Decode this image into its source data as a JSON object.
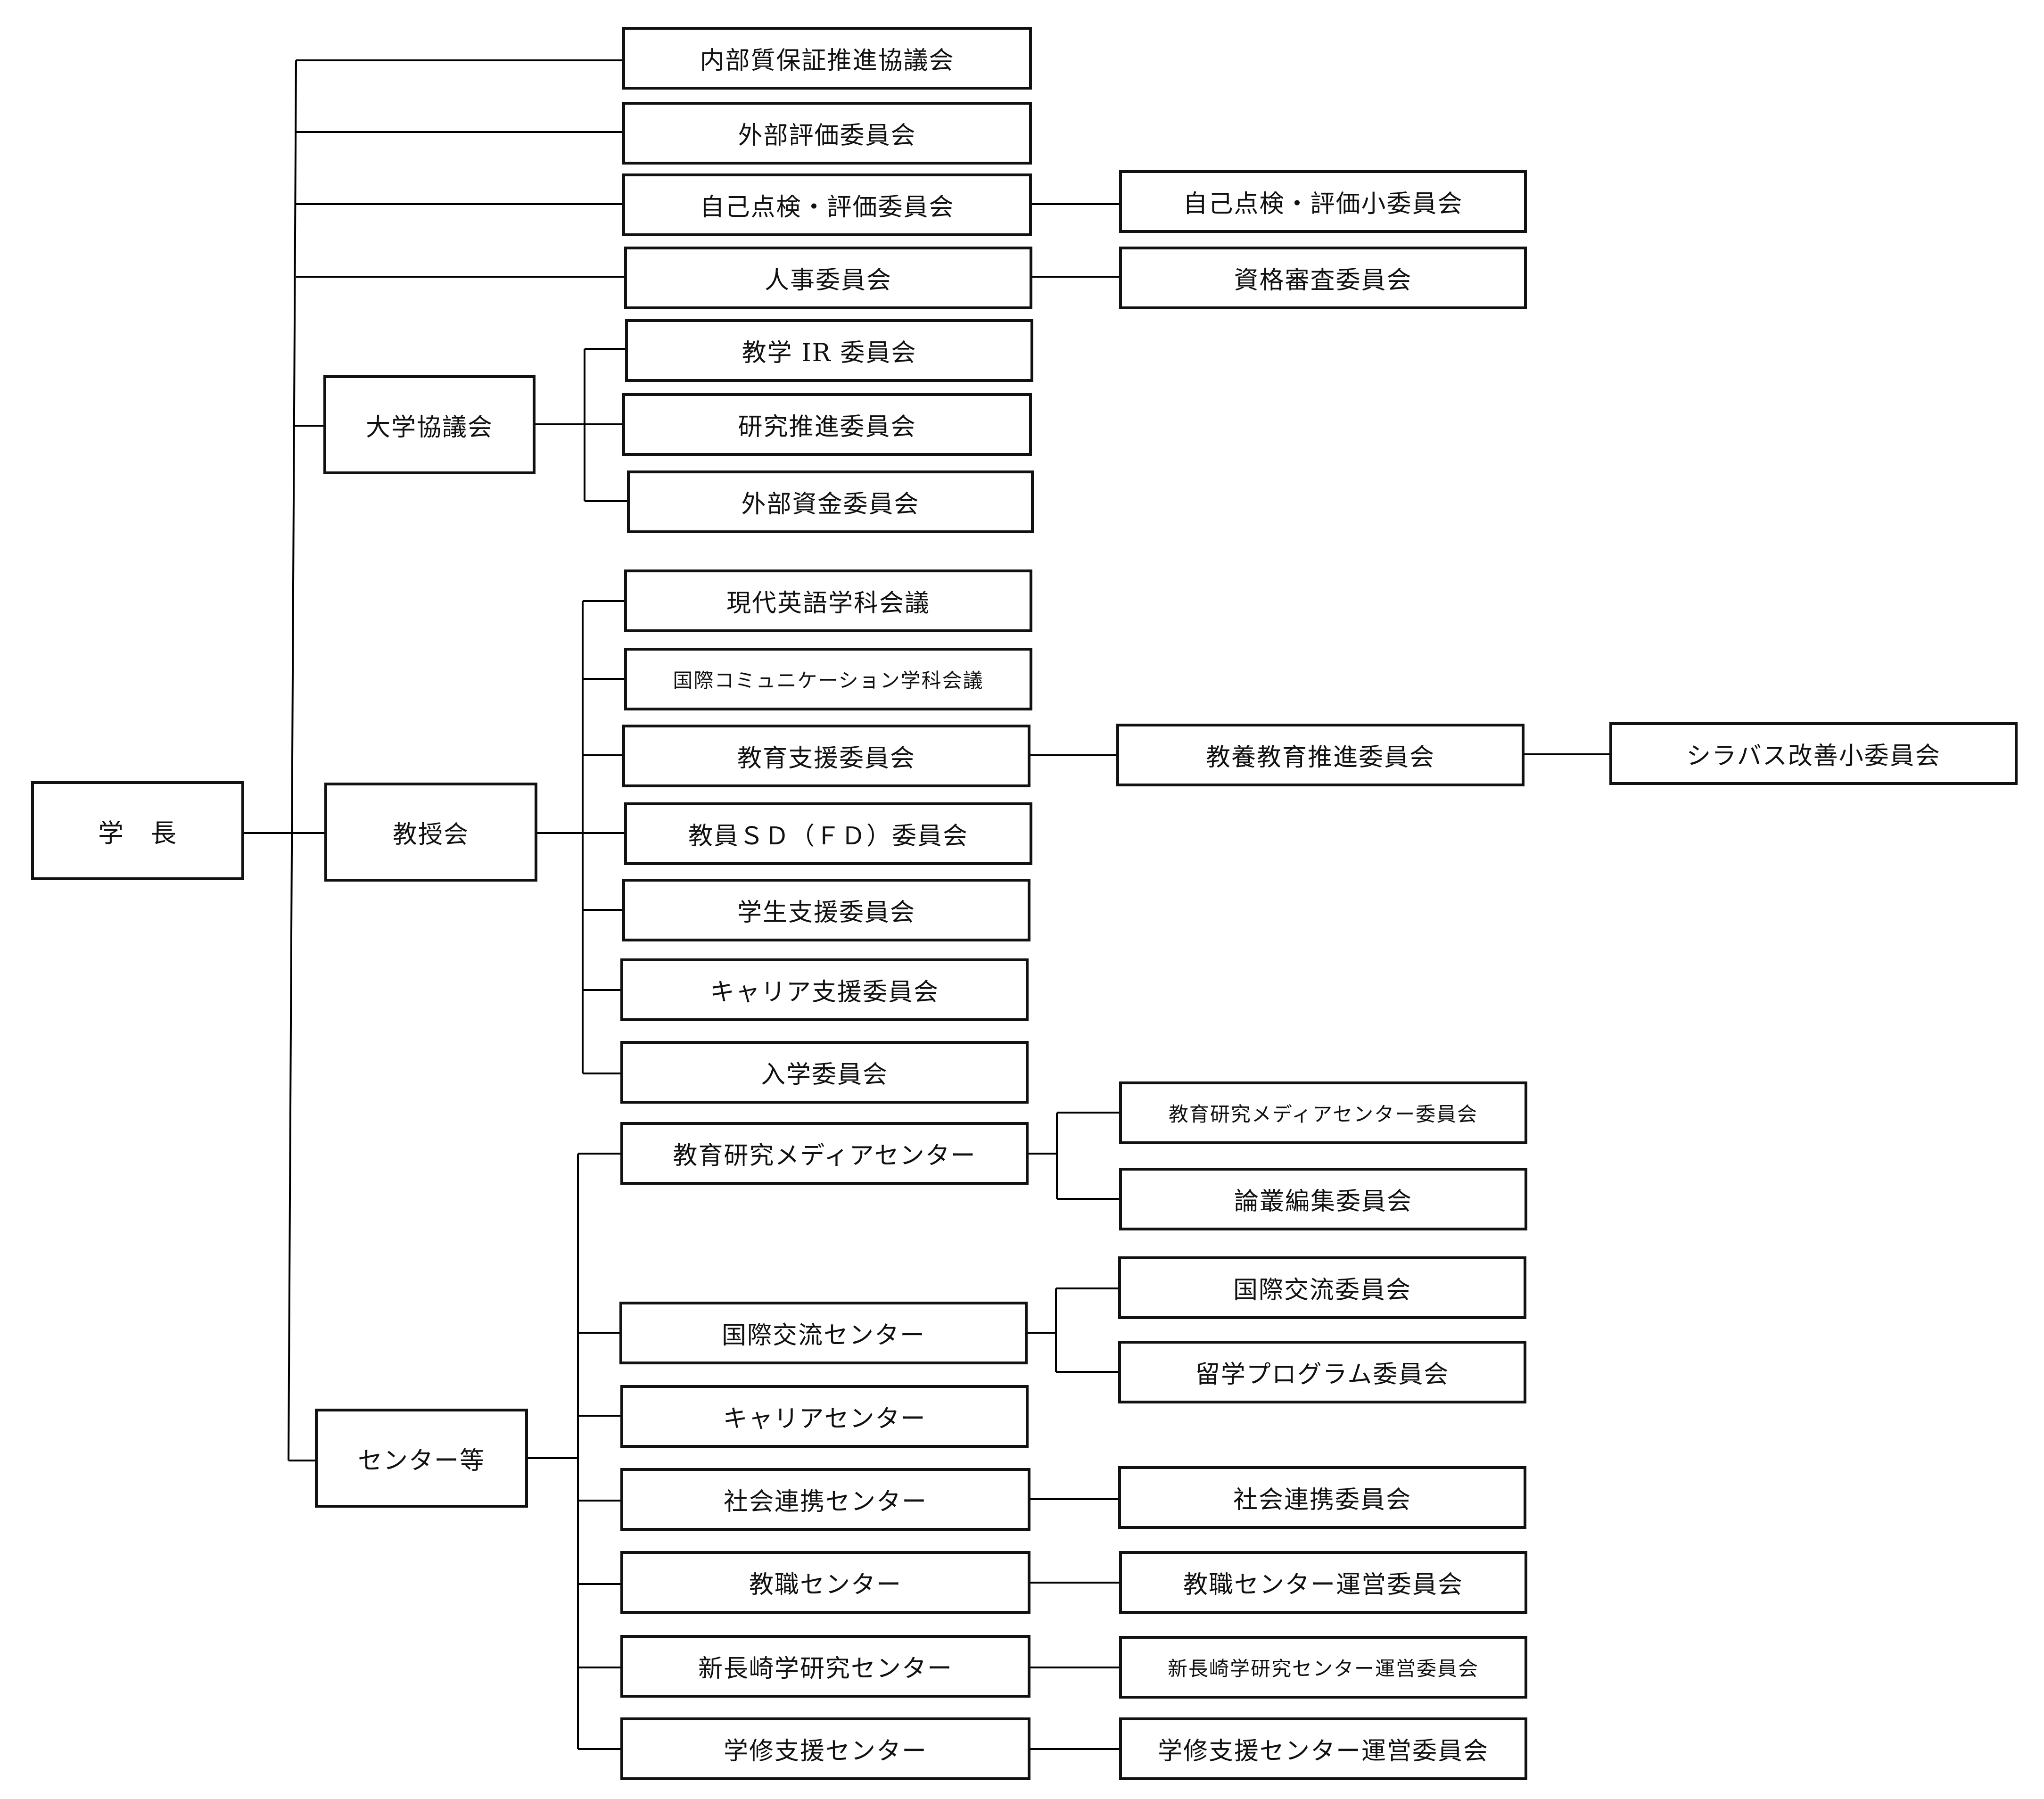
{
  "president": "学　長",
  "direct": {
    "internal_qa": "内部質保証推進協議会",
    "external_eval": "外部評価委員会",
    "self_eval": "自己点検・評価委員会",
    "self_eval_sub": "自己点検・評価小委員会",
    "personnel": "人事委員会",
    "qualification": "資格審査委員会"
  },
  "university_council": {
    "label": "大学協議会",
    "children": [
      "教学 IR 委員会",
      "研究推進委員会",
      "外部資金委員会"
    ]
  },
  "faculty_council": {
    "label": "教授会",
    "children": [
      "現代英語学科会議",
      "国際コミュニケーション学科会議",
      "教育支援委員会",
      "教員ＳＤ（ＦＤ）委員会",
      "学生支援委員会",
      "キャリア支援委員会",
      "入学委員会"
    ],
    "liberal_arts": "教養教育推進委員会",
    "syllabus": "シラバス改善小委員会"
  },
  "centers": {
    "label": "センター等",
    "media_center": "教育研究メディアセンター",
    "media_center_committee": "教育研究メディアセンター委員会",
    "bulletin": "論叢編集委員会",
    "intl_center": "国際交流センター",
    "intl_committee": "国際交流委員会",
    "study_abroad": "留学プログラム委員会",
    "career_center": "キャリアセンター",
    "social_center": "社会連携センター",
    "social_committee": "社会連携委員会",
    "teaching_center": "教職センター",
    "teaching_committee": "教職センター運営委員会",
    "nagasaki_center": "新長崎学研究センター",
    "nagasaki_committee": "新長崎学研究センター運営委員会",
    "learning_center": "学修支援センター",
    "learning_committee": "学修支援センター運営委員会"
  }
}
